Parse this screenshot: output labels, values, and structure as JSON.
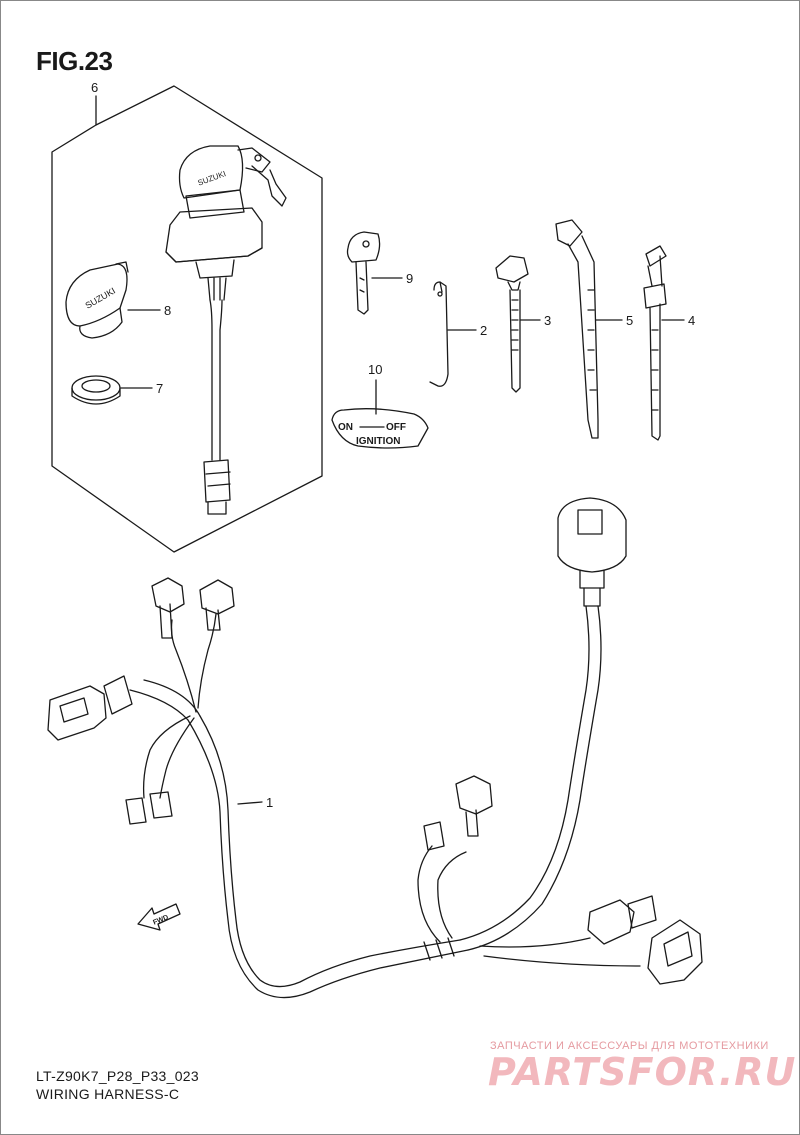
{
  "figure": {
    "title": "FIG.23",
    "code": "LT-Z90K7_P28_P33_023",
    "name": "WIRING HARNESS-C"
  },
  "callouts": {
    "c1": "1",
    "c2": "2",
    "c3": "3",
    "c4": "4",
    "c5": "5",
    "c6": "6",
    "c7": "7",
    "c8": "8",
    "c9": "9",
    "c10": "10"
  },
  "labels": {
    "brand_on_cap": "SUZUKI",
    "brand_on_switch": "SUZUKI",
    "plate_on": "ON",
    "plate_off": "OFF",
    "plate_ignition": "IGNITION",
    "fwd_arrow": "FWD"
  },
  "watermark": {
    "tagline": "ЗАПЧАСТИ И АКСЕССУАРЫ ДЛЯ МОТОТЕХНИКИ",
    "logo": "PARTSFOR.RU"
  },
  "colors": {
    "line": "#1a1a1a",
    "watermark": "#e07a84"
  }
}
